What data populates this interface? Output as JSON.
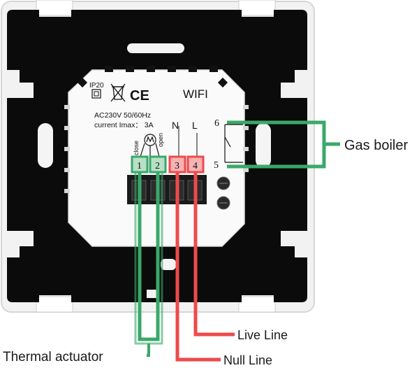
{
  "module": {
    "ip_rating": "IP20",
    "ce_mark": "CE",
    "wifi_label": "WIFI",
    "voltage_spec": "AC230V 50/60Hz",
    "current_spec": "current Imax： 3A",
    "label_n": "N",
    "label_l": "L",
    "label_close": "close",
    "label_open": "open",
    "relay_label_6": "6",
    "relay_label_5": "5"
  },
  "terminals": [
    {
      "number": "1",
      "color": "#3aa86a"
    },
    {
      "number": "2",
      "color": "#3aa86a"
    },
    {
      "number": "3",
      "color": "#ee4a4a"
    },
    {
      "number": "4",
      "color": "#ee4a4a"
    }
  ],
  "callouts": {
    "gas_boiler": "Gas boiler",
    "live_line": "Live Line",
    "null_line": "Null Line",
    "thermal_actuator": "Thermal actuator"
  },
  "colors": {
    "green_wire": "#3aa86a",
    "red_wire": "#ee4a4a",
    "plate": "#0b0b0b",
    "frame": "#e9e9e9",
    "module_face": "#fafafa"
  }
}
